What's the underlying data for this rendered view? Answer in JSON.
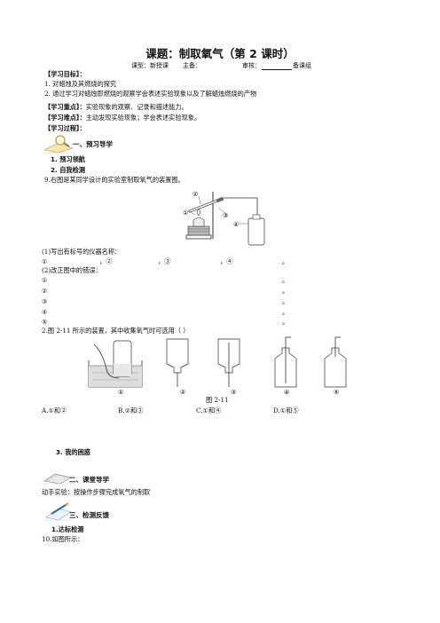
{
  "header": {
    "title": "课题：制取氧气（第 2 课时）",
    "lesson_type": "课型：新授课",
    "preparer": "主备：",
    "reviewer": "审核：",
    "group": "备课组"
  },
  "objectives": {
    "heading": "【学习目标】：",
    "items": [
      "1.  对蜡烛及其燃烧的探究",
      "2.  通过学习对蜡烛即燃烧的观察学会表述实验现象以及了解蜡烛燃烧的产物"
    ]
  },
  "key_point": {
    "label": "【学习重点】：",
    "text": "实验现象的观察、记录和描述能力。"
  },
  "difficulty": {
    "label": "【学习难点】：",
    "text": "主动发现实验现象；学会表述实验现象。"
  },
  "process": {
    "label": "【学习过程】："
  },
  "section1": {
    "title": "一、预习导学",
    "sub1": "1.  预习领航",
    "sub2": "2.  自我检测",
    "q9": "9.右图是某同学设计的实验室制取氧气的装置图。",
    "apparatus_labels": [
      "①",
      "②",
      "③",
      "④"
    ],
    "q9_1": "(1)写出有标号的仪器名称：",
    "q9_1_blanks": [
      "①",
      "，②",
      "，③",
      "，④",
      "。"
    ],
    "q9_2": "(2)改正图中的错误：",
    "q9_2_lines": [
      "①",
      "②",
      "③",
      "④",
      "⑤"
    ],
    "period": "。",
    "q2": "2.图 2-11 所示的装置，其中收集氧气时可选用（        ）",
    "fig_labels": [
      "①",
      "②",
      "③",
      "④",
      "⑤"
    ],
    "fig_caption": "图 2-11",
    "options": [
      "A.①和②",
      "B.②和③",
      "C.①和④",
      "D.①和⑤"
    ],
    "sub3": "3.  我的困惑"
  },
  "section2": {
    "title": "二、课堂导学",
    "text": "动手实验：按操作步骤完成氧气的制取"
  },
  "section3": {
    "title": "三、检测反馈",
    "sub1": "1.达标检测",
    "q10": "10.如图所示："
  }
}
